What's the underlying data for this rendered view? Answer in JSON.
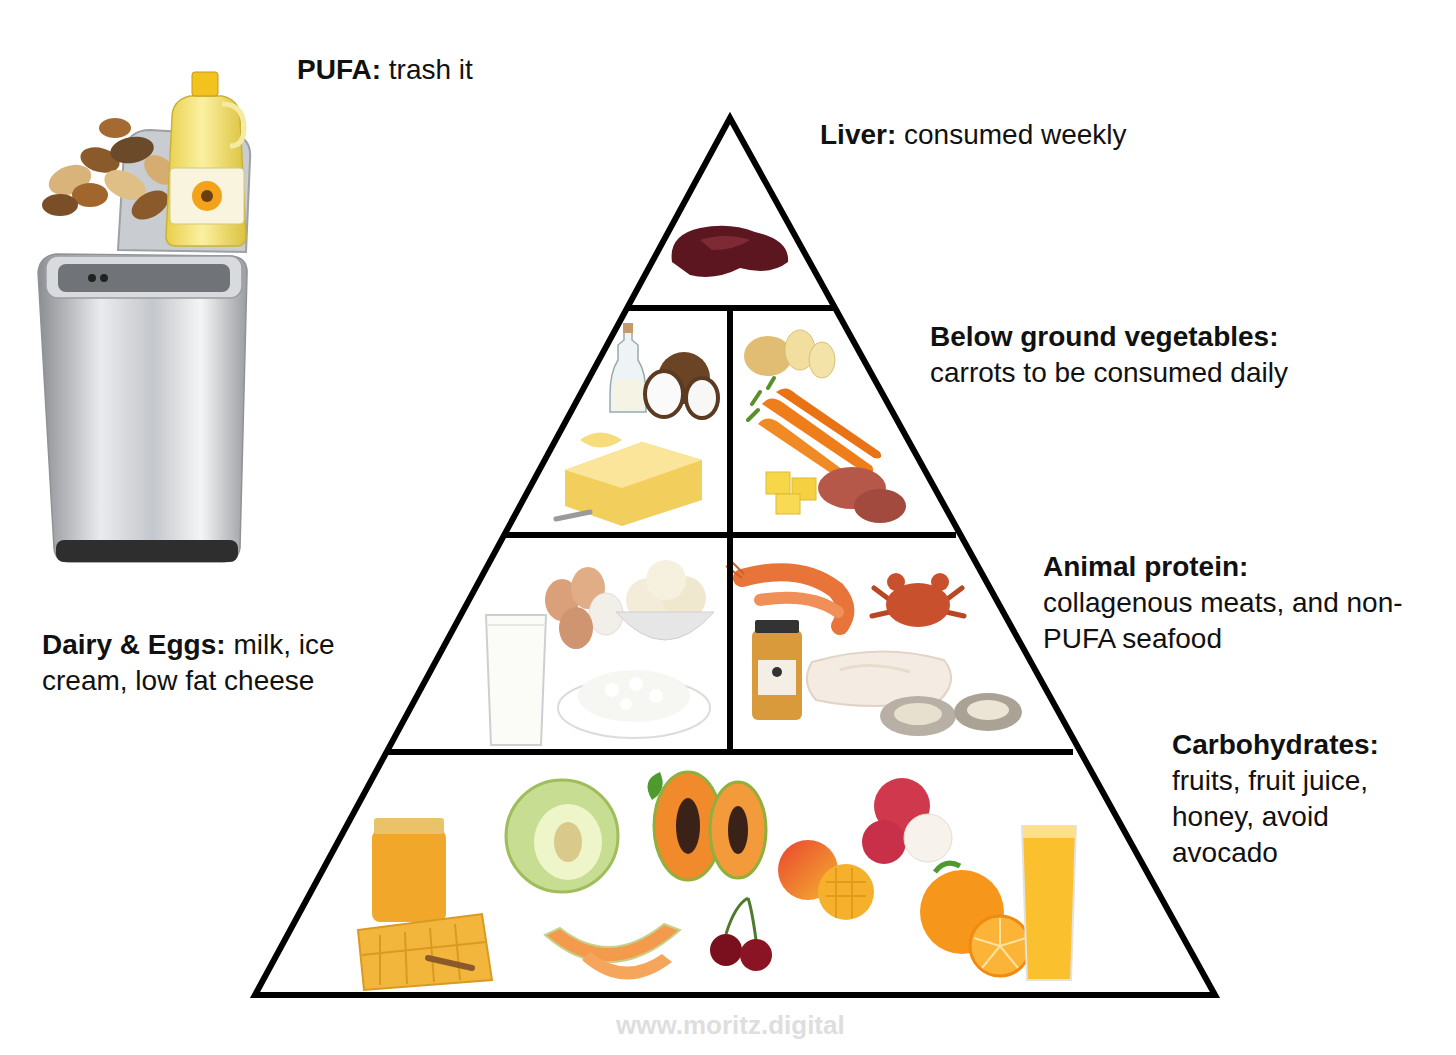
{
  "diagram": {
    "labels": [
      "PUFA:",
      "trash it",
      "Liver:",
      "consumed weekly",
      "Below ground vegetables:",
      "carrots to be consumed daily",
      "Animal protein:",
      "collagenous meats, and non-PUFA seafood",
      "Dairy & Eggs:",
      "milk, ice cream, low fat cheese",
      "Carbohydrates:",
      "fruits, fruit juice, honey, avoid avocado",
      "www.moritz.digital"
    ]
  }
}
